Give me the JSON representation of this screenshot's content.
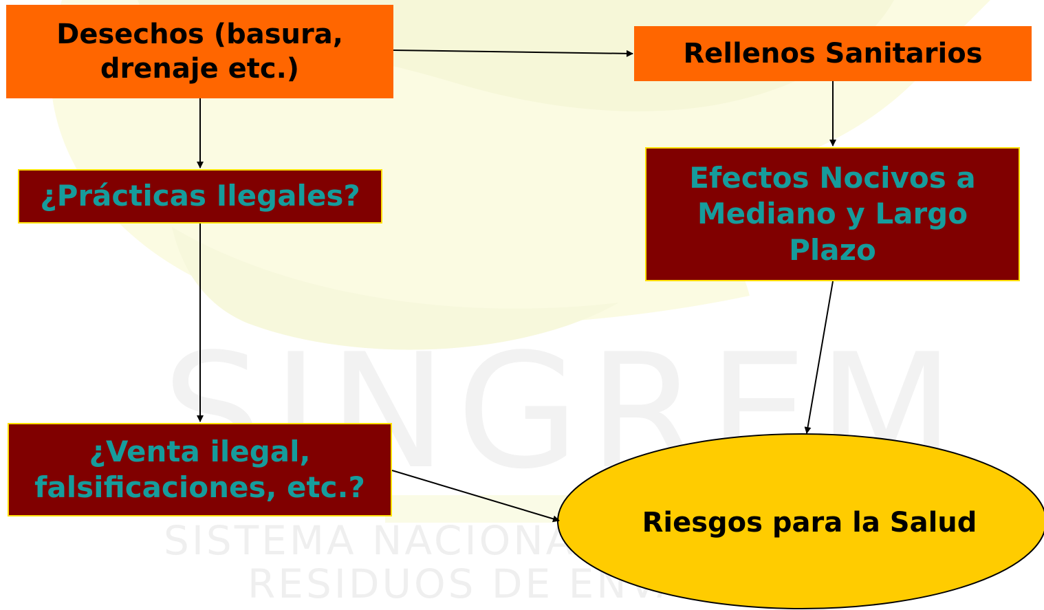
{
  "diagram": {
    "nodes": {
      "desechos": "Desechos (basura, drenaje etc.)",
      "rellenos": "Rellenos Sanitarios",
      "practicas": "¿Prácticas Ilegales?",
      "efectos": "Efectos Nocivos a Mediano y Largo Plazo",
      "venta": "¿Venta ilegal, falsificaciones, etc.?",
      "riesgos": "Riesgos para la Salud"
    },
    "edges": [
      {
        "from": "desechos",
        "to": "rellenos"
      },
      {
        "from": "desechos",
        "to": "practicas"
      },
      {
        "from": "rellenos",
        "to": "efectos"
      },
      {
        "from": "practicas",
        "to": "venta"
      },
      {
        "from": "efectos",
        "to": "riesgos"
      },
      {
        "from": "venta",
        "to": "riesgos"
      }
    ],
    "colors": {
      "orange_box": "#ff6600",
      "maroon_box": "#800000",
      "teal_text": "#169c9c",
      "ellipse_fill": "#ffcc00",
      "box_border": "#ffe000"
    }
  },
  "watermark": {
    "brand": "SINGREM",
    "line1": "SISTEMA NACIONAL DE GESTIÓN DE",
    "line2": "RESIDUOS DE ENVASES"
  }
}
